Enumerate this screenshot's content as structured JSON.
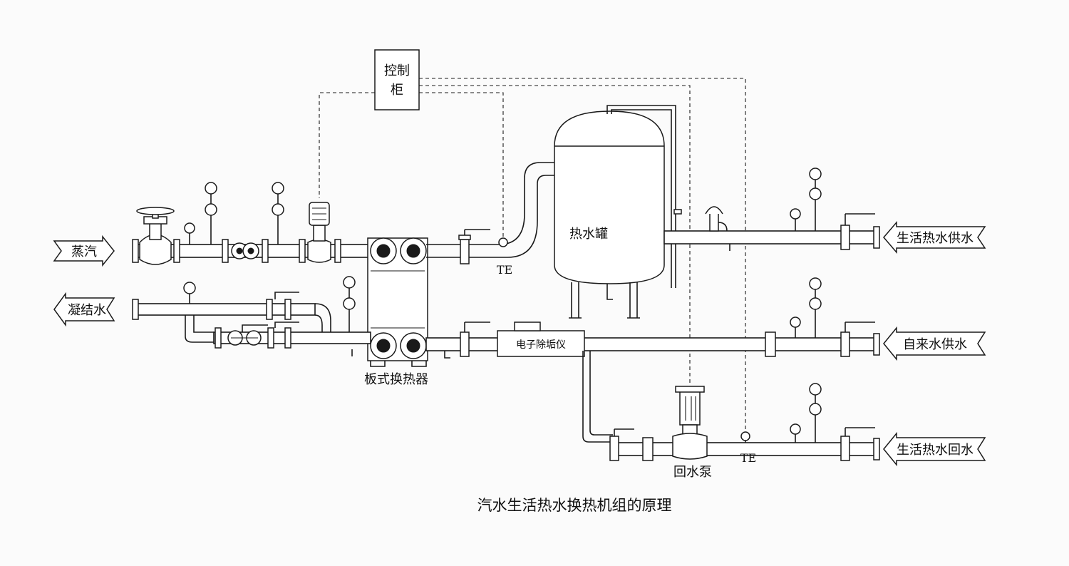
{
  "labels": {
    "steam": "蒸汽",
    "condensate": "凝结水",
    "control_cabinet_line1": "控制",
    "control_cabinet_line2": "柜",
    "hot_water_tank": "热水罐",
    "plate_heat_exchanger": "板式换热器",
    "descaler": "电子除垢仪",
    "return_pump": "回水泵",
    "te_upper": "TE",
    "te_lower": "TE",
    "domestic_hot_water_supply": "生活热水供水",
    "tap_water_supply": "自来水供水",
    "domestic_hot_water_return": "生活热水回水"
  },
  "caption": "汽水生活热水换热机组的原理"
}
